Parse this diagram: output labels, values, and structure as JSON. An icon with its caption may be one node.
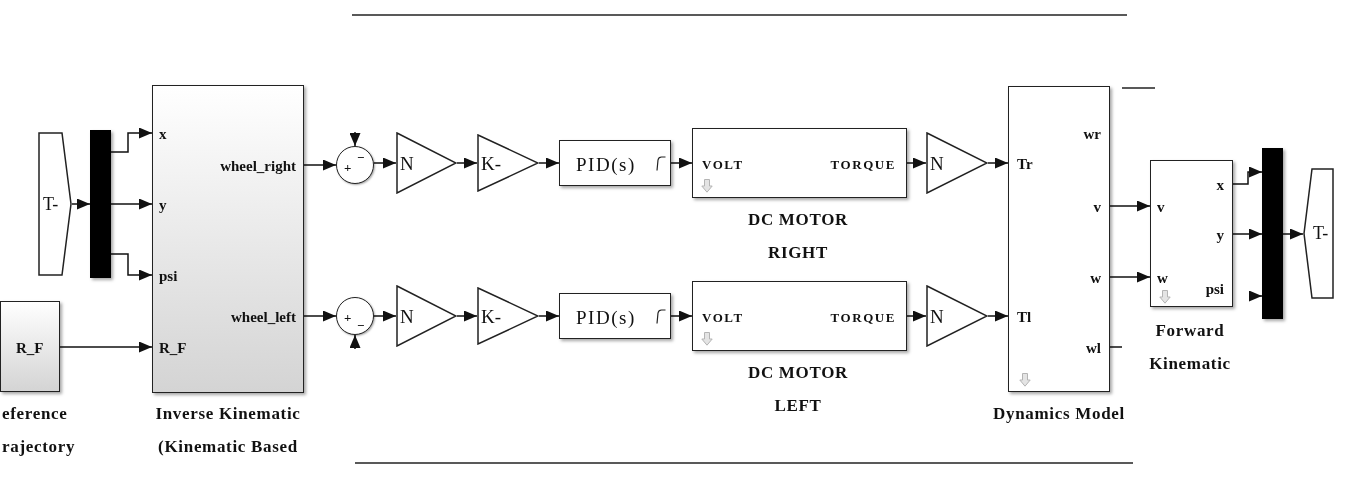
{
  "diagram": {
    "nodes": [
      {
        "text": [
          "T-"
        ]
      },
      {
        "text": [],
        "shape": "bar"
      },
      {
        "text": [
          "R_F"
        ],
        "beside": [
          "eference rajectory"
        ]
      },
      {
        "text": [
          "x",
          "wheel_right",
          "y",
          "psi",
          "wheel_left",
          "R_F"
        ],
        "beside": [
          "Inverse Kinematic (Kinematic Based"
        ]
      },
      {
        "text": [
          "+",
          "−"
        ]
      },
      {
        "text": [
          "N"
        ]
      },
      {
        "text": [
          "K-"
        ]
      },
      {
        "text": [
          "PID(s)"
        ]
      },
      {
        "text": [
          "VOLT",
          "TORQUE"
        ],
        "beside": [
          "DC MOTOR RIGHT"
        ]
      },
      {
        "text": [
          "N"
        ]
      },
      {
        "text": [
          "+",
          "−"
        ]
      },
      {
        "text": [
          "N"
        ]
      },
      {
        "text": [
          "K-"
        ]
      },
      {
        "text": [
          "PID(s)"
        ]
      },
      {
        "text": [
          "VOLT",
          "TORQUE"
        ],
        "beside": [
          "DC MOTOR LEFT"
        ]
      },
      {
        "text": [
          "N"
        ]
      },
      {
        "text": [
          "wr",
          "Tr",
          "v",
          "w",
          "Tl",
          "wl"
        ],
        "beside": [
          "Dynamics Model"
        ]
      },
      {
        "text": [
          "x",
          "v",
          "y",
          "w",
          "psi"
        ],
        "beside": [
          "Forward Kinematic"
        ]
      },
      {
        "text": [],
        "shape": "bar"
      },
      {
        "text": [
          "T-"
        ]
      }
    ],
    "edges": [
      {
        "from": 0,
        "to": 1,
        "arrow": "to"
      },
      {
        "from": 1,
        "to": 3,
        "arrow": "to"
      },
      {
        "from": 1,
        "to": 3,
        "arrow": "to"
      },
      {
        "from": 1,
        "to": 3,
        "arrow": "to"
      },
      {
        "from": 2,
        "to": 3,
        "arrow": "to"
      },
      {
        "from": 3,
        "to": 4,
        "arrow": "to"
      },
      {
        "from": 3,
        "to": 10,
        "arrow": "to"
      },
      {
        "from": null,
        "to": 4,
        "arrow": "to"
      },
      {
        "from": null,
        "to": 10,
        "arrow": "to"
      },
      {
        "from": 4,
        "to": 5,
        "arrow": "to"
      },
      {
        "from": 5,
        "to": 6,
        "arrow": "to"
      },
      {
        "from": 6,
        "to": 7,
        "arrow": "to"
      },
      {
        "from": 7,
        "to": 8,
        "arrow": "to"
      },
      {
        "from": 8,
        "to": 9,
        "arrow": "to"
      },
      {
        "from": 9,
        "to": 16,
        "arrow": "to"
      },
      {
        "from": 10,
        "to": 11,
        "arrow": "to"
      },
      {
        "from": 11,
        "to": 12,
        "arrow": "to"
      },
      {
        "from": 12,
        "to": 13,
        "arrow": "to"
      },
      {
        "from": 13,
        "to": 14,
        "arrow": "to"
      },
      {
        "from": 14,
        "to": 15,
        "arrow": "to"
      },
      {
        "from": 15,
        "to": 16,
        "arrow": "to"
      },
      {
        "from": 16,
        "to": 17,
        "arrow": "to"
      },
      {
        "from": 16,
        "to": 17,
        "arrow": "to"
      },
      {
        "from": 16,
        "to": null,
        "arrow": "none"
      },
      {
        "from": 17,
        "to": 18,
        "arrow": "to"
      },
      {
        "from": 17,
        "to": 18,
        "arrow": "to"
      },
      {
        "from": null,
        "to": 18,
        "arrow": "to"
      },
      {
        "from": 18,
        "to": 19,
        "arrow": "to"
      }
    ]
  }
}
